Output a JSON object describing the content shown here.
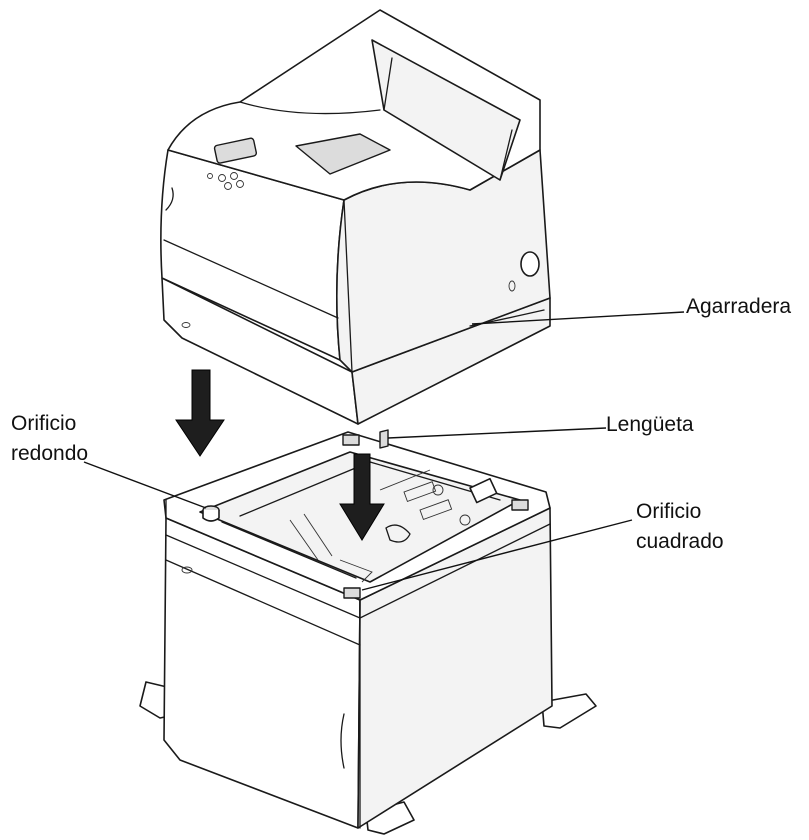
{
  "labels": {
    "handle": "Agarradera",
    "tab": "Lengüeta",
    "round_hole_line1": "Orificio",
    "round_hole_line2": "redondo",
    "square_hole_line1": "Orificio",
    "square_hole_line2": "cuadrado"
  },
  "colors": {
    "line": "#1a1a1a",
    "arrow": "#1e1e1e",
    "background": "#ffffff"
  }
}
